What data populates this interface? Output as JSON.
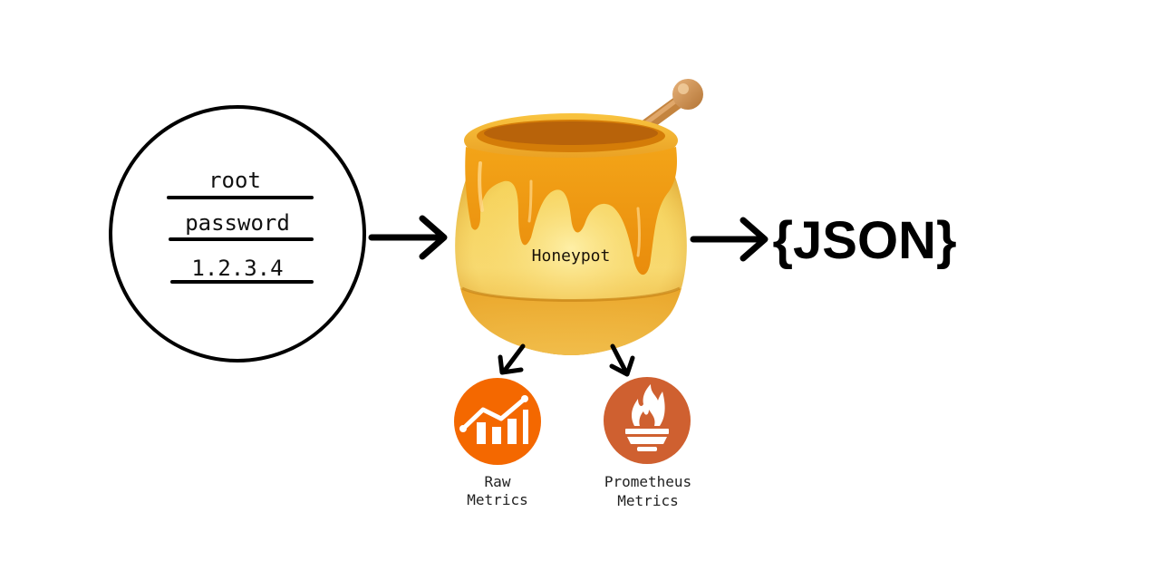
{
  "credentials": {
    "username": "root",
    "password": "password",
    "ip_address": "1.2.3.4"
  },
  "honeypot": {
    "label": "Honeypot",
    "icon": "honey-pot-icon"
  },
  "output": {
    "label": "{JSON}"
  },
  "metrics": {
    "raw": {
      "line1": "Raw",
      "line2": "Metrics",
      "icon": "line-chart-icon",
      "color": "#f46800"
    },
    "prometheus": {
      "line1": "Prometheus",
      "line2": "Metrics",
      "icon": "prometheus-flame-icon",
      "color": "#cf6030"
    }
  }
}
